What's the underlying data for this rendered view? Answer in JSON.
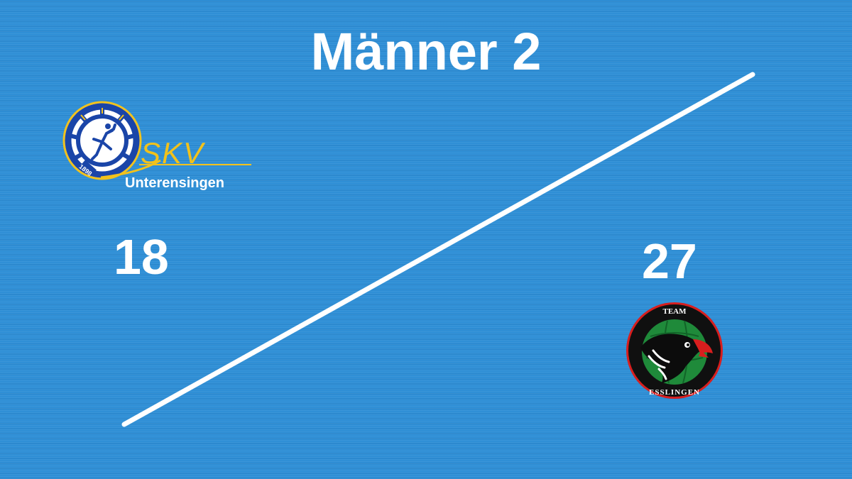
{
  "title": "Männer 2",
  "home": {
    "club_short": "SKV",
    "club_town": "Unterensingen",
    "founded": "1898",
    "score": "18",
    "colors": {
      "primary": "#1a45a8",
      "accent": "#f2c21b"
    },
    "logo_icon": "skv-unterensingen-logo"
  },
  "away": {
    "logo_top": "TEAM",
    "logo_bottom": "ESSLINGEN",
    "score": "27",
    "colors": {
      "ring": "#101010",
      "ring_edge": "#d81e1e",
      "ball": "#1f8a3a"
    },
    "logo_icon": "team-esslingen-eagle-logo"
  },
  "colors": {
    "background": "#2f8fd6",
    "text": "#ffffff"
  }
}
